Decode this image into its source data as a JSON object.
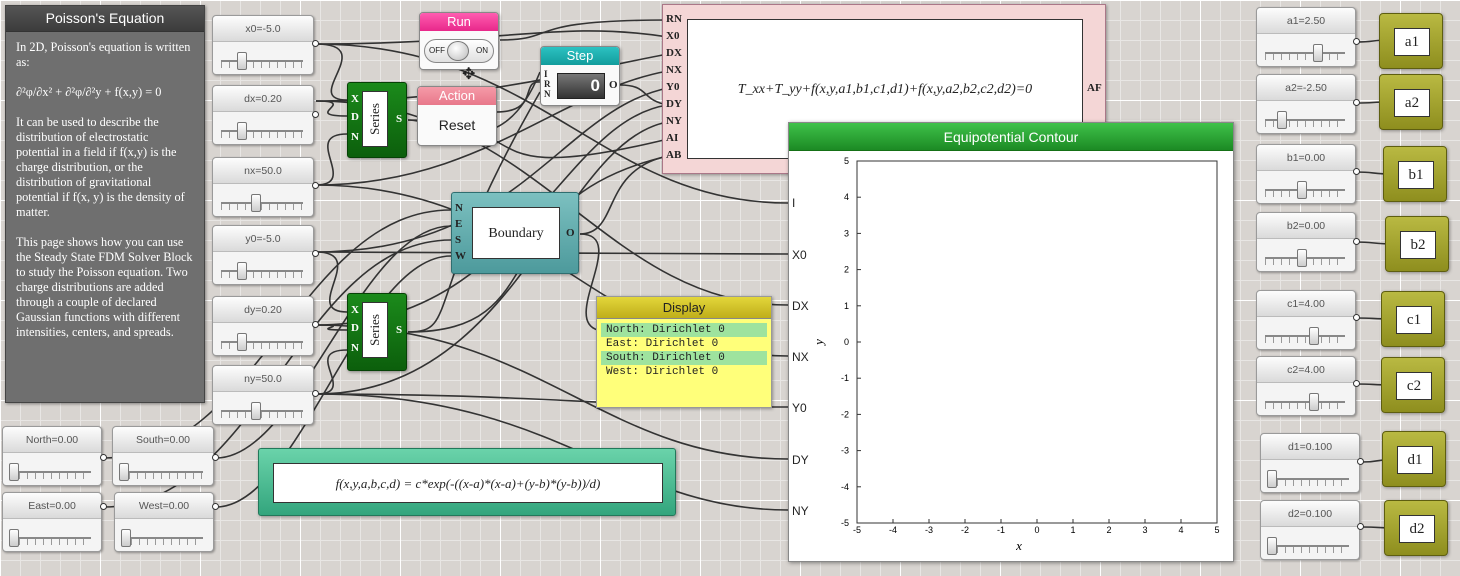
{
  "info": {
    "title": "Poisson's Equation",
    "body": "In 2D, Poisson's equation is written as:\n\n∂²φ/∂x² + ∂²φ/∂²y + f(x,y) = 0\n\nIt can be used to describe the distribution of electrostatic potential in a field if f(x,y) is the charge distribution, or the distribution of gravitational potential if f(x, y) is the density of matter.\n\nThis page shows how you can use the Steady State FDM Solver Block to study the Poisson equation. Two charge distributions are added through a couple of declared Gaussian functions with different intensities, centers, and spreads."
  },
  "sliders": {
    "x0": {
      "label": "x0=-5.0",
      "level": 0.25
    },
    "dx": {
      "label": "dx=0.20",
      "level": 0.25
    },
    "nx": {
      "label": "nx=50.0",
      "level": 0.45
    },
    "y0": {
      "label": "y0=-5.0",
      "level": 0.25
    },
    "dy": {
      "label": "dy=0.20",
      "level": 0.25
    },
    "ny": {
      "label": "ny=50.0",
      "level": 0.45
    },
    "north": {
      "label": "North=0.00",
      "level": 0.0
    },
    "south": {
      "label": "South=0.00",
      "level": 0.0
    },
    "east": {
      "label": "East=0.00",
      "level": 0.0
    },
    "west": {
      "label": "West=0.00",
      "level": 0.0
    },
    "a1": {
      "label": "a1=2.50",
      "level": 0.72
    },
    "a2": {
      "label": "a2=-2.50",
      "level": 0.2
    },
    "b1": {
      "label": "b1=0.00",
      "level": 0.48
    },
    "b2": {
      "label": "b2=0.00",
      "level": 0.48
    },
    "c1": {
      "label": "c1=4.00",
      "level": 0.65
    },
    "c2": {
      "label": "c2=4.00",
      "level": 0.65
    },
    "d1": {
      "label": "d1=0.100",
      "level": 0.0
    },
    "d2": {
      "label": "d2=0.100",
      "level": 0.0
    }
  },
  "series": {
    "label": "Series",
    "ports_in": [
      "X",
      "D",
      "N"
    ],
    "port_out": "S"
  },
  "run": {
    "title": "Run",
    "off": "OFF",
    "on": "ON"
  },
  "action": {
    "title": "Action",
    "button": "Reset"
  },
  "step": {
    "title": "Step",
    "value": "0",
    "ports_in": [
      "I",
      "R",
      "N"
    ],
    "port_out": "O"
  },
  "boundary": {
    "label": "Boundary",
    "ports_in": [
      "N",
      "E",
      "S",
      "W"
    ],
    "port_out": "O"
  },
  "display": {
    "title": "Display",
    "rows": [
      "North: Dirichlet 0",
      "East: Dirichlet 0",
      "South: Dirichlet 0",
      "West: Dirichlet 0"
    ],
    "row_colors": [
      "#9ee39e",
      "#ffff7a",
      "#9ee39e",
      "#ffff7a"
    ]
  },
  "formula": {
    "text": "f(x,y,a,b,c,d) = c*exp(-((x-a)*(x-a)+(y-b)*(y-b))/d)"
  },
  "solver": {
    "equation": "T_xx+T_yy+f(x,y,a1,b1,c1,d1)+f(x,y,a2,b2,c2,d2)=0",
    "ports_in": [
      "RN",
      "X0",
      "DX",
      "NX",
      "Y0",
      "DY",
      "NY",
      "AI",
      "AB"
    ],
    "port_out": "AF"
  },
  "contour": {
    "title": "Equipotential Contour",
    "ports": [
      "I",
      "X0",
      "DX",
      "NX",
      "Y0",
      "DY",
      "NY"
    ]
  },
  "chart_data": {
    "type": "line",
    "title": "",
    "xlabel": "x",
    "ylabel": "y",
    "xlim": [
      -5,
      5
    ],
    "ylim": [
      -5,
      5
    ],
    "x_ticks": [
      "-5",
      "-4",
      "-3",
      "-2",
      "-1",
      "0",
      "1",
      "2",
      "3",
      "4",
      "5"
    ],
    "y_ticks": [
      "-5",
      "-4",
      "-3",
      "-2",
      "-1",
      "0",
      "1",
      "2",
      "3",
      "4",
      "5"
    ],
    "series": [],
    "grid": false
  },
  "params": {
    "a1": "a1",
    "a2": "a2",
    "b1": "b1",
    "b2": "b2",
    "c1": "c1",
    "c2": "c2",
    "d1": "d1",
    "d2": "d2"
  },
  "colors": {
    "run": "#e8288a",
    "action": "#e8788a",
    "step": "#129c9c",
    "series": "#137a13",
    "contour_header": "#2fae36"
  }
}
